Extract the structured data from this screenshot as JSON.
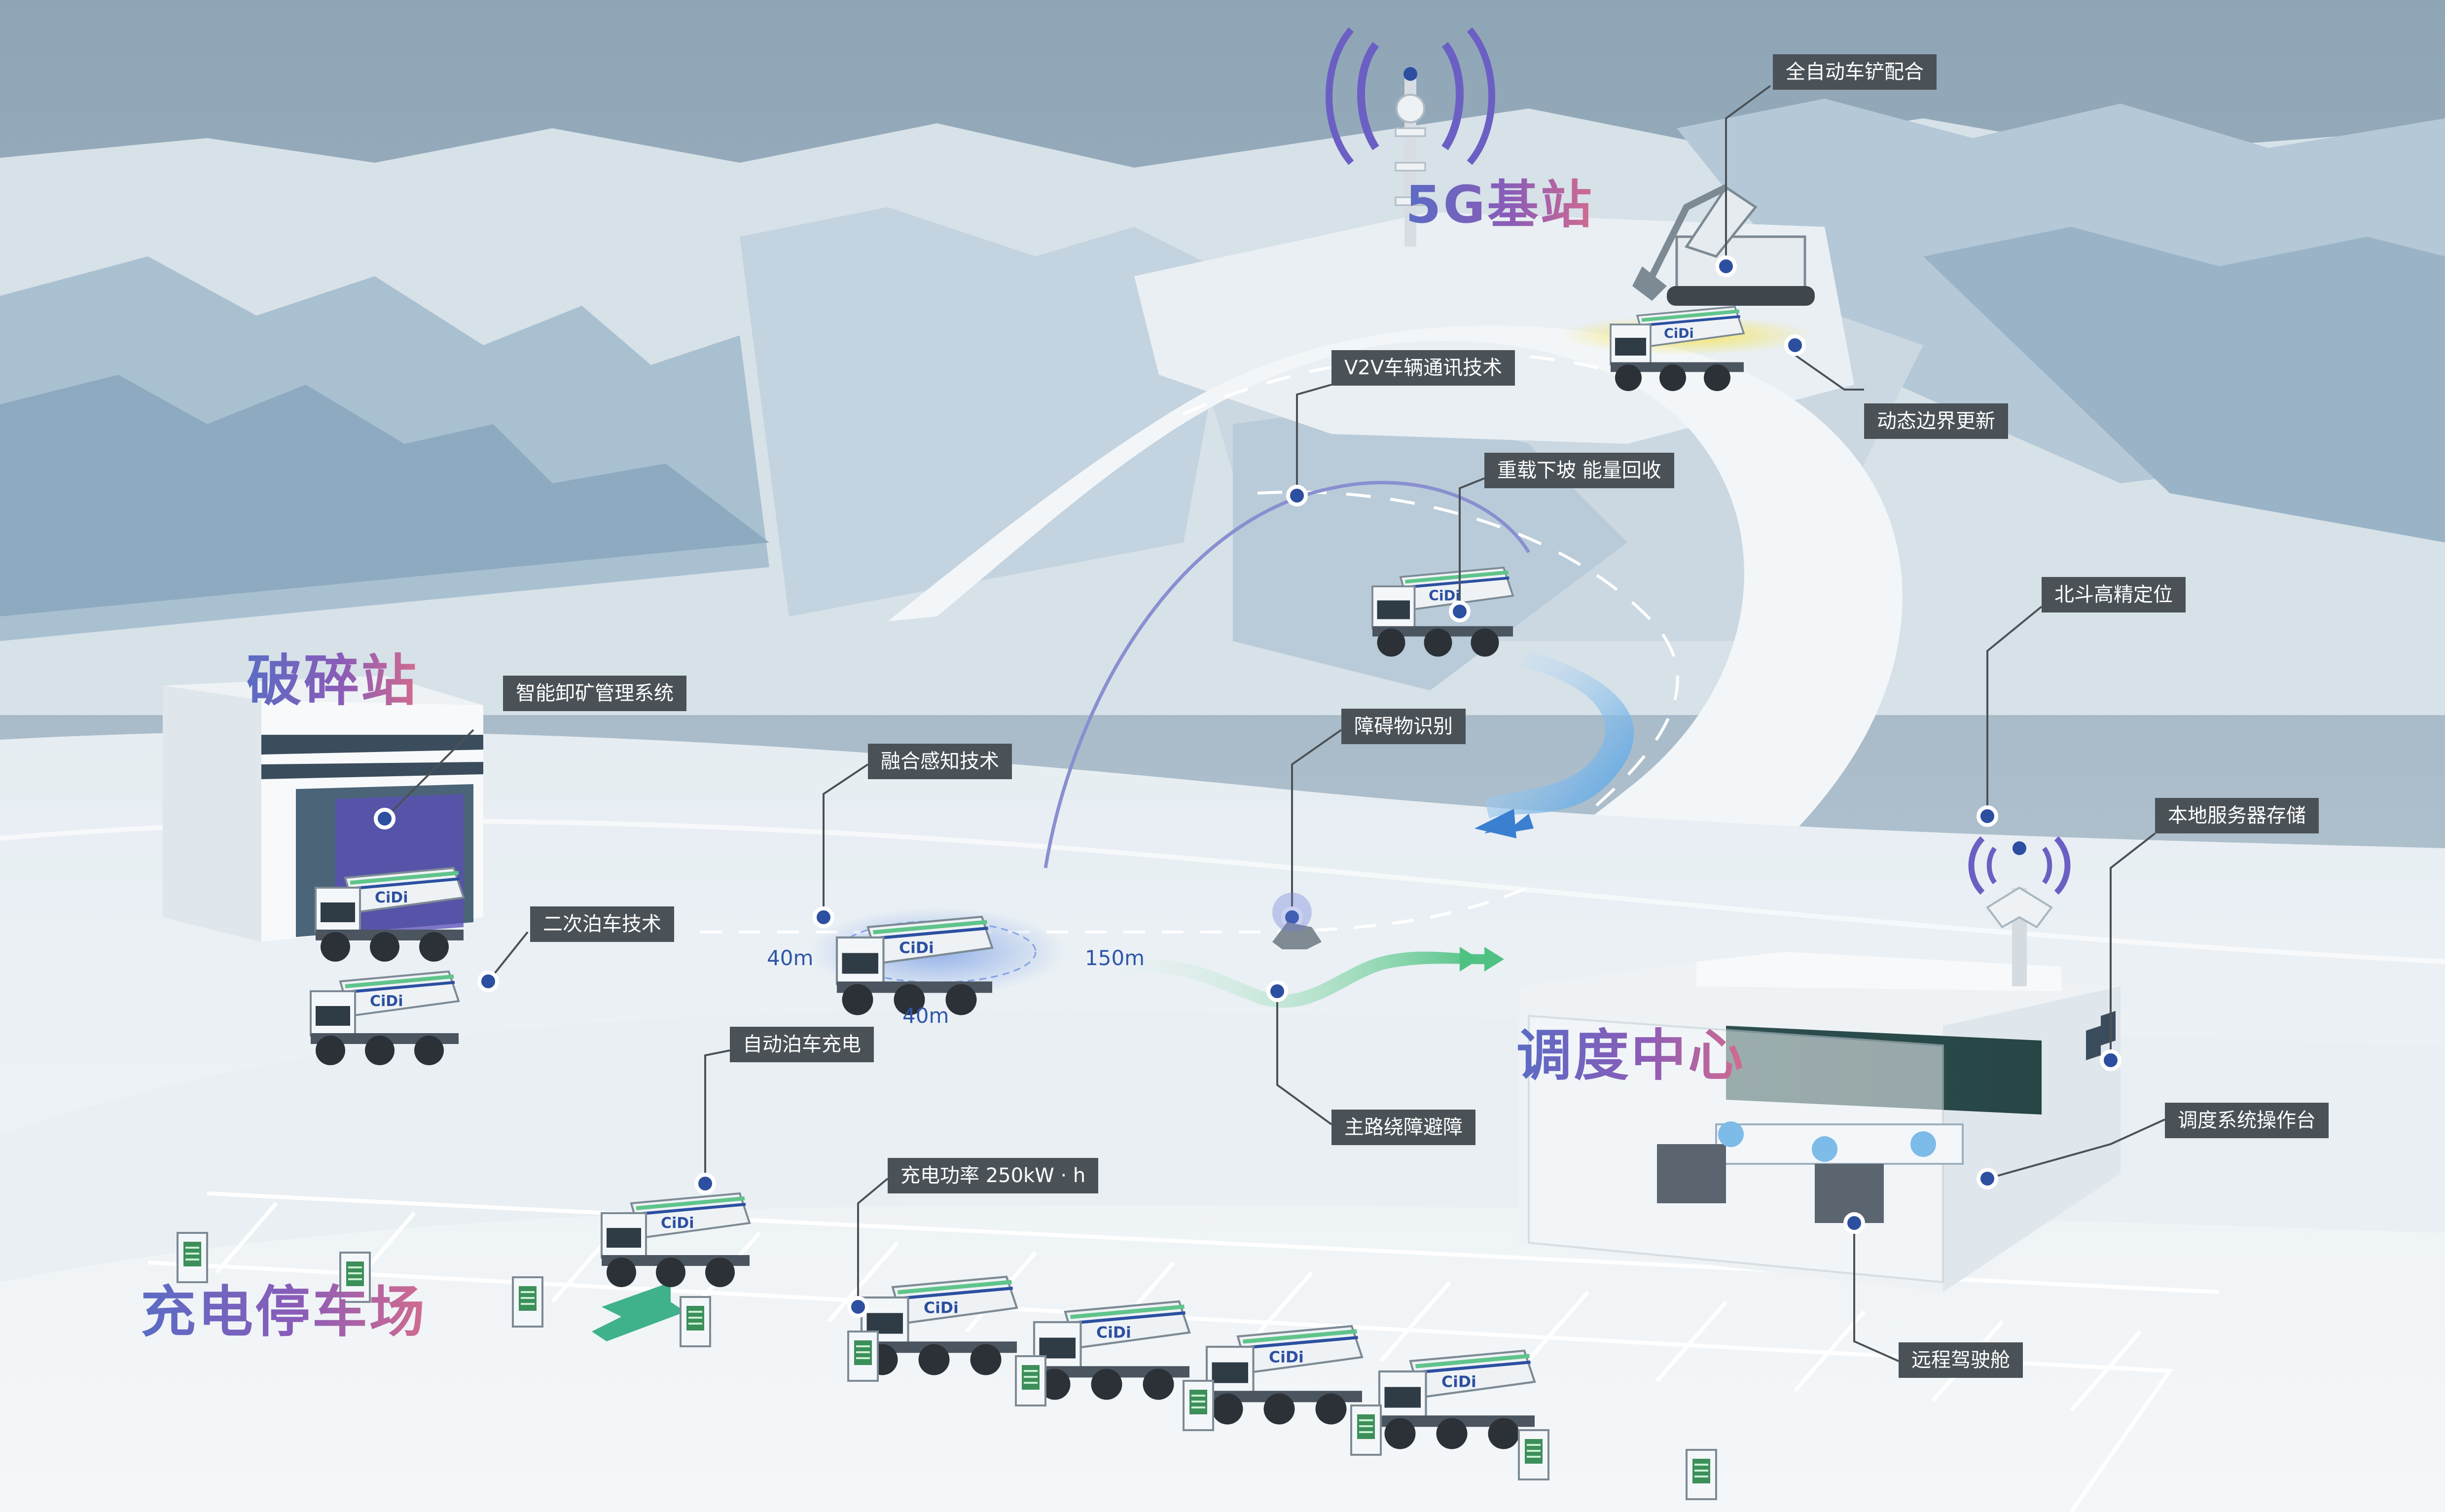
{
  "zones": {
    "base_station": "5G基站",
    "crusher": "破碎站",
    "dispatch": "调度中心",
    "charging_lot": "充电停车场"
  },
  "callouts": {
    "shovel": "全自动车铲配合",
    "boundary": "动态边界更新",
    "v2v": "V2V车辆通讯技术",
    "regen": "重载下坡 能量回收",
    "beidou": "北斗高精定位",
    "obstacle": "障碍物识别",
    "unload": "智能卸矿管理系统",
    "fusion": "融合感知技术",
    "server": "本地服务器存储",
    "reparking": "二次泊车技术",
    "auto_charge": "自动泊车充电",
    "detour": "主路绕障避障",
    "console": "调度系统操作台",
    "power": "充电功率 250kW · h",
    "remote": "远程驾驶舱"
  },
  "distances": {
    "left": "40m",
    "bottom": "40m",
    "right": "150m"
  },
  "truck_brand": "CiDi",
  "colors": {
    "sky": "#9fb3c2",
    "snow": "#eef3f7",
    "mountain": "#b8ccdb",
    "tag_bg": "#4b5257",
    "marker": "#2c4fa0",
    "accent_green": "#5fc48b",
    "accent_yellow": "#f1e36a",
    "path_blue": "#5aa8e6"
  }
}
